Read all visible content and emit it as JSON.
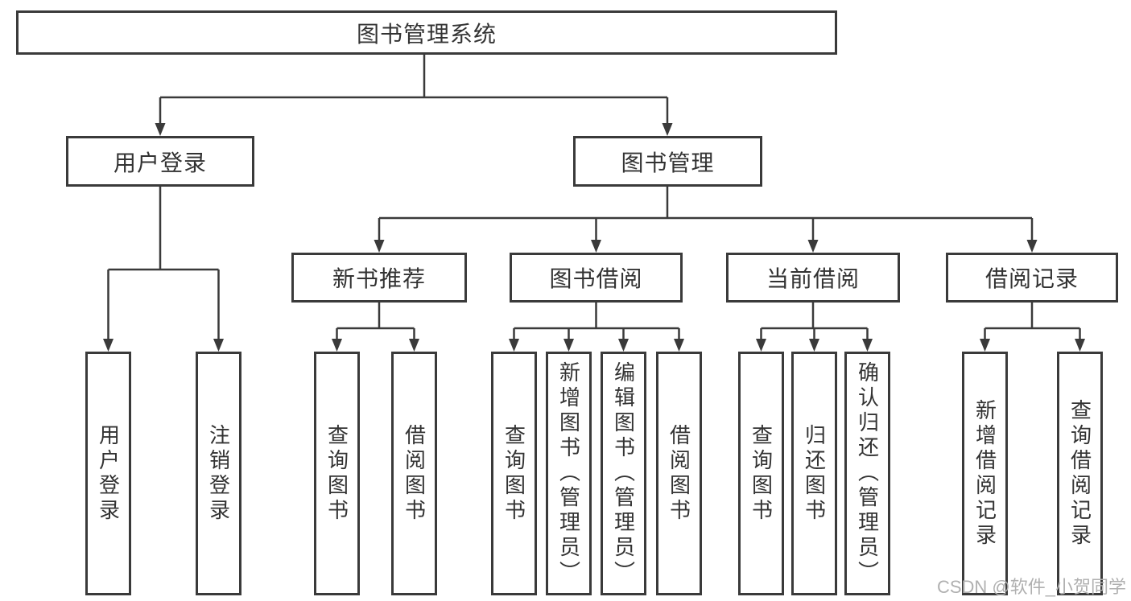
{
  "nodes": {
    "root": {
      "label": "图书管理系统"
    },
    "level1": [
      {
        "label": "用户登录"
      },
      {
        "label": "图书管理"
      }
    ],
    "level2": [
      {
        "label": "新书推荐",
        "parent": "图书管理"
      },
      {
        "label": "图书借阅",
        "parent": "图书管理"
      },
      {
        "label": "当前借阅",
        "parent": "图书管理"
      },
      {
        "label": "借阅记录",
        "parent": "图书管理"
      }
    ],
    "leaves": [
      {
        "label": "用户登录",
        "parent": "用户登录"
      },
      {
        "label": "注销登录",
        "parent": "用户登录"
      },
      {
        "label": "查询图书",
        "parent": "新书推荐"
      },
      {
        "label": "借阅图书",
        "parent": "新书推荐"
      },
      {
        "label": "查询图书",
        "parent": "图书借阅"
      },
      {
        "label": "新增图书（管理员）",
        "parent": "图书借阅"
      },
      {
        "label": "编辑图书（管理员）",
        "parent": "图书借阅"
      },
      {
        "label": "借阅图书",
        "parent": "图书借阅"
      },
      {
        "label": "查询图书",
        "parent": "当前借阅"
      },
      {
        "label": "归还图书",
        "parent": "当前借阅"
      },
      {
        "label": "确认归还（管理员）",
        "parent": "当前借阅"
      },
      {
        "label": "新增借阅记录",
        "parent": "借阅记录"
      },
      {
        "label": "查询借阅记录",
        "parent": "借阅记录"
      }
    ]
  },
  "watermark": {
    "text": "CSDN @软件_小贺同学"
  },
  "colors": {
    "line": "#3a3a3a",
    "text": "#333333",
    "background": "#ffffff",
    "watermark": "#b0b0b0"
  }
}
